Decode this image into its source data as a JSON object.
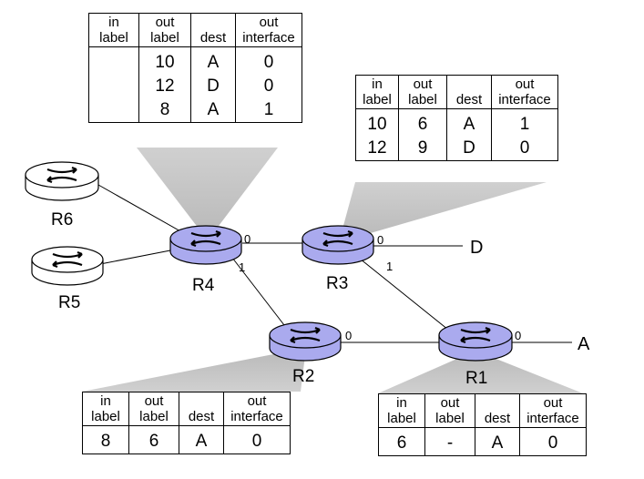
{
  "header_in": "in",
  "header_out": "out",
  "header_label": "label",
  "header_dest": "dest",
  "header_interface": "interface",
  "routers": {
    "R1": "R1",
    "R2": "R2",
    "R3": "R3",
    "R4": "R4",
    "R5": "R5",
    "R6": "R6"
  },
  "destinations": {
    "A": "A",
    "D": "D"
  },
  "interfaces": {
    "r4_0": "0",
    "r4_1": "1",
    "r3_0": "0",
    "r3_1": "1",
    "r2_0": "0",
    "r1_0": "0"
  },
  "tables": {
    "r4": {
      "rows": [
        {
          "in": "",
          "out": "10",
          "dest": "A",
          "iface": "0"
        },
        {
          "in": "",
          "out": "12",
          "dest": "D",
          "iface": "0"
        },
        {
          "in": "",
          "out": "8",
          "dest": "A",
          "iface": "1"
        }
      ]
    },
    "r3": {
      "rows": [
        {
          "in": "10",
          "out": "6",
          "dest": "A",
          "iface": "1"
        },
        {
          "in": "12",
          "out": "9",
          "dest": "D",
          "iface": "0"
        }
      ]
    },
    "r2": {
      "rows": [
        {
          "in": "8",
          "out": "6",
          "dest": "A",
          "iface": "0"
        }
      ]
    },
    "r1": {
      "rows": [
        {
          "in": "6",
          "out": "-",
          "dest": "A",
          "iface": "0"
        }
      ]
    }
  },
  "colors": {
    "core_router": "#aaaaee",
    "edge_router": "#ffffff",
    "shadow": "#c8c8c8"
  }
}
